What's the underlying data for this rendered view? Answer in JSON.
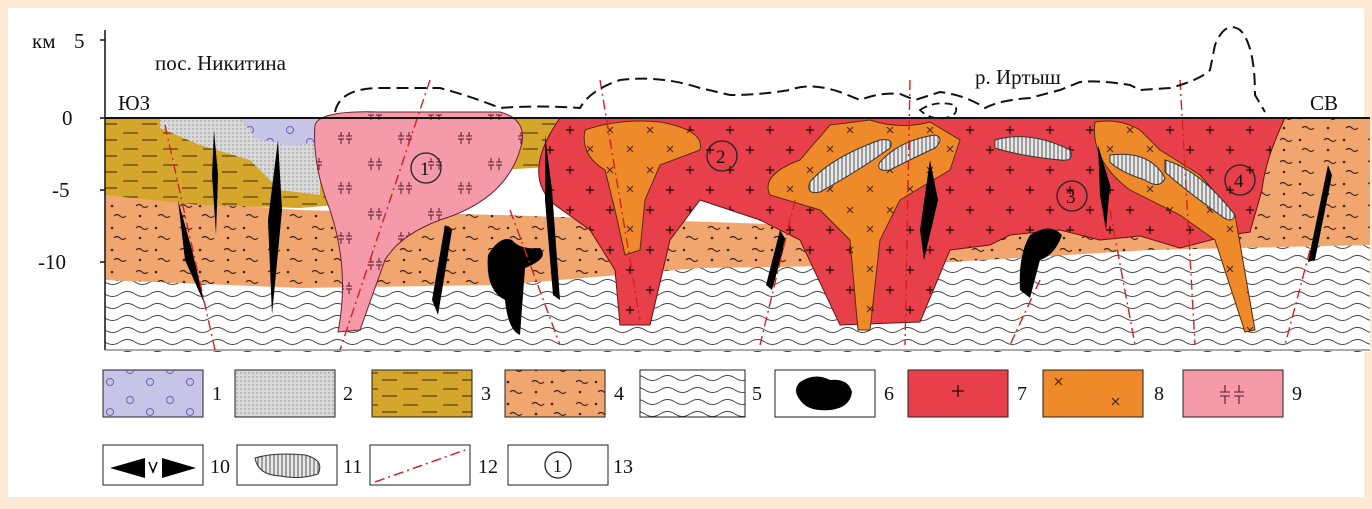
{
  "axis": {
    "unit": "км",
    "ticks": [
      "5",
      "0",
      "-5",
      "-10"
    ]
  },
  "labels": {
    "sw": "ЮЗ",
    "ne": "СВ",
    "village": "пос. Никитина",
    "river": "р. Иртыш"
  },
  "bodies": [
    "1",
    "2",
    "3",
    "4"
  ],
  "legend": [
    {
      "num": "1",
      "fill": "#c8c4e8",
      "pattern": "circles"
    },
    {
      "num": "2",
      "fill": "#d9d9d9",
      "pattern": "dots"
    },
    {
      "num": "3",
      "fill": "#d4a72c",
      "pattern": "dashes"
    },
    {
      "num": "4",
      "fill": "#f2a66f",
      "pattern": "tilde-dots"
    },
    {
      "num": "5",
      "fill": "#ffffff",
      "pattern": "wavy-lines"
    },
    {
      "num": "6",
      "fill": "#ffffff",
      "pattern": "black-blob"
    },
    {
      "num": "7",
      "fill": "#e8404a",
      "pattern": "crosses"
    },
    {
      "num": "8",
      "fill": "#ee8a2a",
      "pattern": "x-marks"
    },
    {
      "num": "9",
      "fill": "#f49aa8",
      "pattern": "double-crosses"
    },
    {
      "num": "10",
      "fill": "#ffffff",
      "pattern": "dike"
    },
    {
      "num": "11",
      "fill": "#ffffff",
      "pattern": "hatched-lens"
    },
    {
      "num": "12",
      "fill": "#ffffff",
      "pattern": "fault-line"
    },
    {
      "num": "13",
      "fill": "#ffffff",
      "pattern": "circled-number"
    }
  ],
  "colors": {
    "frame": "#fde9d4",
    "granite_red": "#e8404a",
    "orange": "#ee8a2a",
    "pink": "#f49aa8",
    "ochre": "#d4a72c",
    "sand": "#f2a66f",
    "lavender": "#c8c4e8",
    "gray": "#d9d9d9",
    "fault": "#d62020"
  }
}
